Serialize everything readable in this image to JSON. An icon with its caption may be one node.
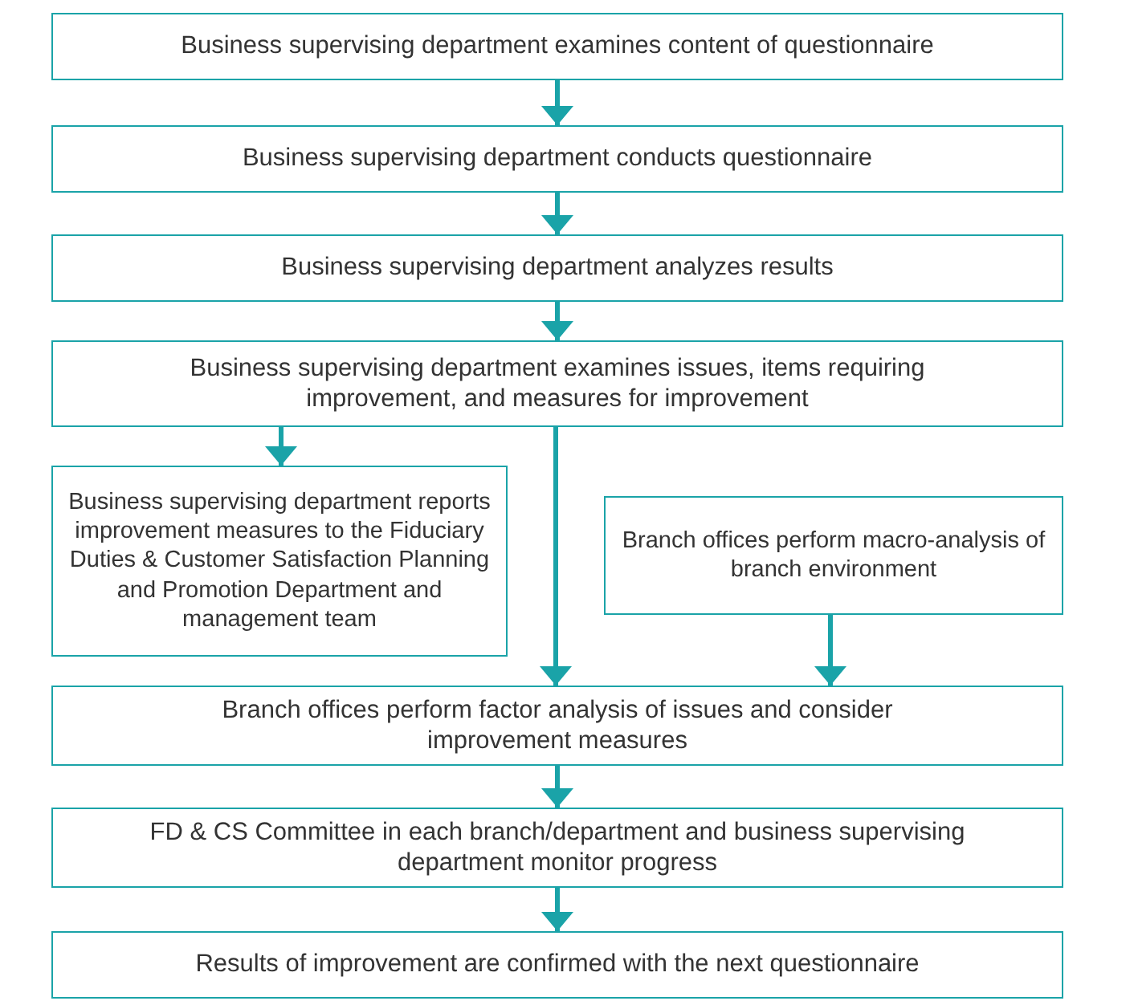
{
  "diagram": {
    "nodes": [
      {
        "text": [
          "Business supervising department examines content of questionnaire"
        ]
      },
      {
        "text": [
          "Business supervising department conducts questionnaire"
        ]
      },
      {
        "text": [
          "Business supervising department analyzes results"
        ]
      },
      {
        "text": [
          "Business supervising department examines issues, items requiring improvement, and measures for improvement"
        ]
      },
      {
        "text": [
          "Business supervising department reports improvement measures to the Fiduciary Duties & Customer Satisfaction Planning and Promotion Department and management team"
        ]
      },
      {
        "text": [
          "Branch offices perform macro-analysis of branch environment"
        ]
      },
      {
        "text": [
          "Branch offices perform factor analysis of issues and consider improvement measures"
        ]
      },
      {
        "text": [
          "FD & CS Committee in each branch/department and business supervising department monitor progress"
        ]
      },
      {
        "text": [
          "Results of improvement are confirmed with the next questionnaire"
        ]
      }
    ],
    "edges": [
      {
        "from": 0,
        "to": 1,
        "arrow": "to"
      },
      {
        "from": 1,
        "to": 2,
        "arrow": "to"
      },
      {
        "from": 2,
        "to": 3,
        "arrow": "to"
      },
      {
        "from": 3,
        "to": 4,
        "arrow": "to"
      },
      {
        "from": 3,
        "to": 6,
        "arrow": "to"
      },
      {
        "from": 5,
        "to": 6,
        "arrow": "to"
      },
      {
        "from": 6,
        "to": 7,
        "arrow": "to"
      },
      {
        "from": 7,
        "to": 8,
        "arrow": "to"
      }
    ]
  }
}
